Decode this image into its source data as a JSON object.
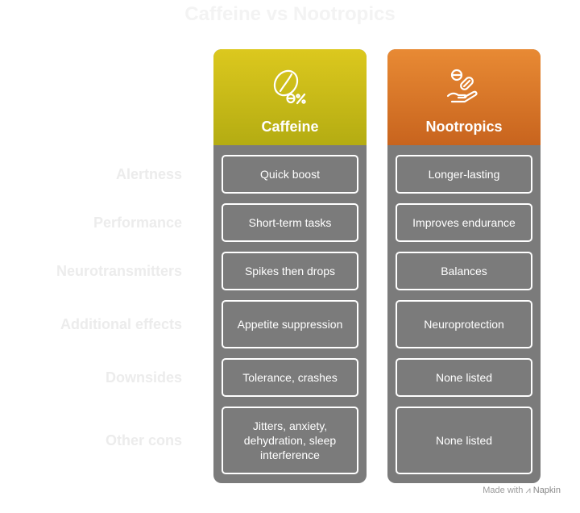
{
  "title": "Caffeine vs Nootropics",
  "row_labels": [
    "Alertness",
    "Performance",
    "Neurotransmitters",
    "Additional effects",
    "Downsides",
    "Other cons"
  ],
  "columns": [
    {
      "name": "Caffeine",
      "icon": "coffee-bean-icon",
      "color": "#d4c21a",
      "cells": [
        "Quick boost",
        "Short-term tasks",
        "Spikes then drops",
        "Appetite suppression",
        "Tolerance, crashes",
        "Jitters, anxiety, dehydration, sleep interference"
      ]
    },
    {
      "name": "Nootropics",
      "icon": "pills-hand-icon",
      "color": "#e0782a",
      "cells": [
        "Longer-lasting",
        "Improves endurance",
        "Balances",
        "Neuroprotection",
        "None listed",
        "None listed"
      ]
    }
  ],
  "footer": {
    "made_with": "Made with",
    "brand": "Napkin"
  }
}
